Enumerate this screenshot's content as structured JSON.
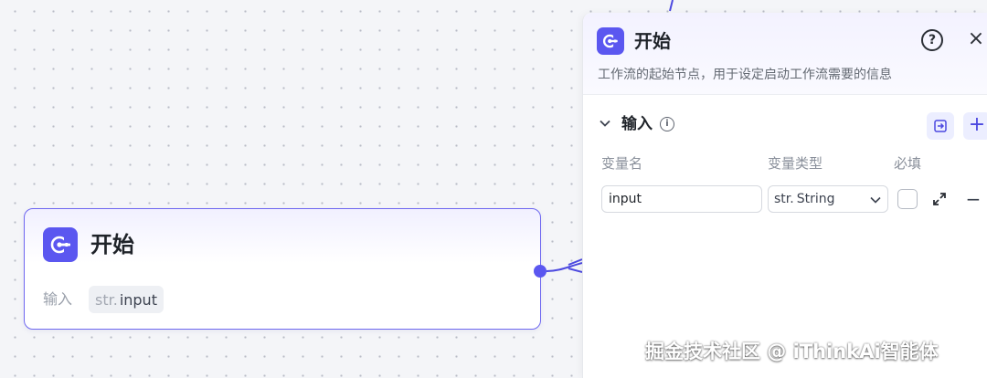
{
  "start_node": {
    "title": "开始",
    "input_label": "输入",
    "var_type": "str.",
    "var_name": "input"
  },
  "panel": {
    "title": "开始",
    "description": "工作流的起始节点，用于设定启动工作流需要的信息",
    "help_glyph": "?",
    "close_glyph": "×",
    "section_title": "输入",
    "info_glyph": "i",
    "add_glyph": "+",
    "columns": {
      "name": "变量名",
      "type": "变量类型",
      "required": "必填"
    },
    "variable": {
      "name": "input",
      "type_prefix": "str.",
      "type_value": "String",
      "required": false
    },
    "remove_glyph": "−"
  },
  "watermark": "掘金技术社区 @ iThinkAi智能体",
  "colors": {
    "accent": "#5b57f0",
    "node_border": "#6e67f0",
    "canvas_bg": "#f4f5f8",
    "panel_bg": "#ffffff"
  },
  "icons": {
    "node_icon": "start-flow-icon",
    "help": "question-circle-icon",
    "close": "close-icon",
    "collapse": "chevron-down-icon",
    "info": "info-circle-icon",
    "import": "import-icon",
    "add": "plus-icon",
    "type_dropdown": "chevron-down-icon",
    "expand": "expand-arrows-icon",
    "remove": "minus-icon"
  }
}
